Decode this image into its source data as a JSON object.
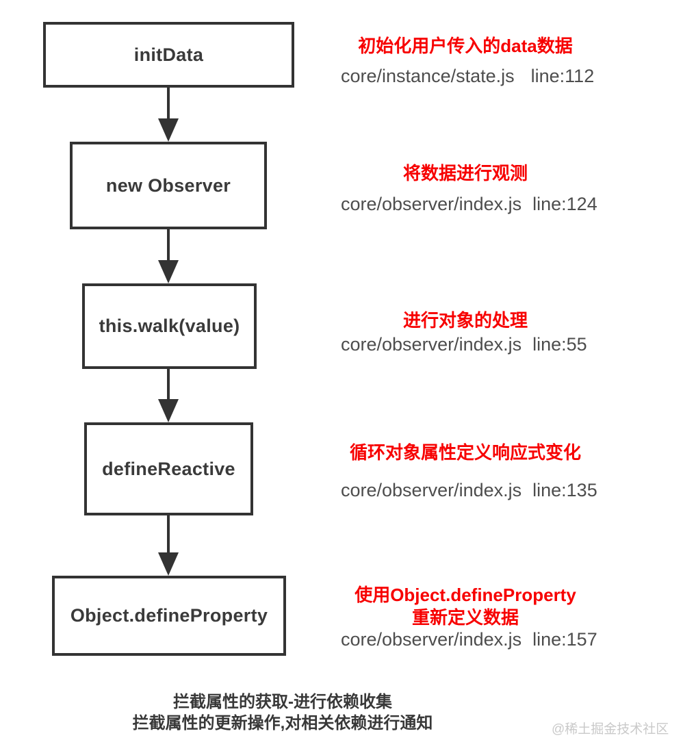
{
  "colors": {
    "accent_red": "#f70000",
    "line_dark": "#333333",
    "box_text": "#3a3a3a",
    "path_text": "#4d4d4d",
    "watermark_gray": "#c9c9c9",
    "background": "#ffffff"
  },
  "flowchart": {
    "nodes": [
      {
        "label": "initData"
      },
      {
        "label": "new Observer"
      },
      {
        "label": "this.walk(value)"
      },
      {
        "label": "defineReactive"
      },
      {
        "label": "Object.defineProperty"
      }
    ],
    "annotations": [
      {
        "title": "初始化用户传入的data数据",
        "file": "core/instance/state.js",
        "line": "line:112"
      },
      {
        "title": "将数据进行观测",
        "file": "core/observer/index.js",
        "line": "line:124"
      },
      {
        "title": "进行对象的处理",
        "file": "core/observer/index.js",
        "line": "line:55"
      },
      {
        "title": "循环对象属性定义响应式变化",
        "file": "core/observer/index.js",
        "line": "line:135"
      },
      {
        "title": "使用Object.defineProperty\n重新定义数据",
        "file": "core/observer/index.js",
        "line": "line:157"
      }
    ],
    "footer": "拦截属性的获取-进行依赖收集\n拦截属性的更新操作,对相关依赖进行通知"
  },
  "watermark": "@稀土掘金技术社区"
}
